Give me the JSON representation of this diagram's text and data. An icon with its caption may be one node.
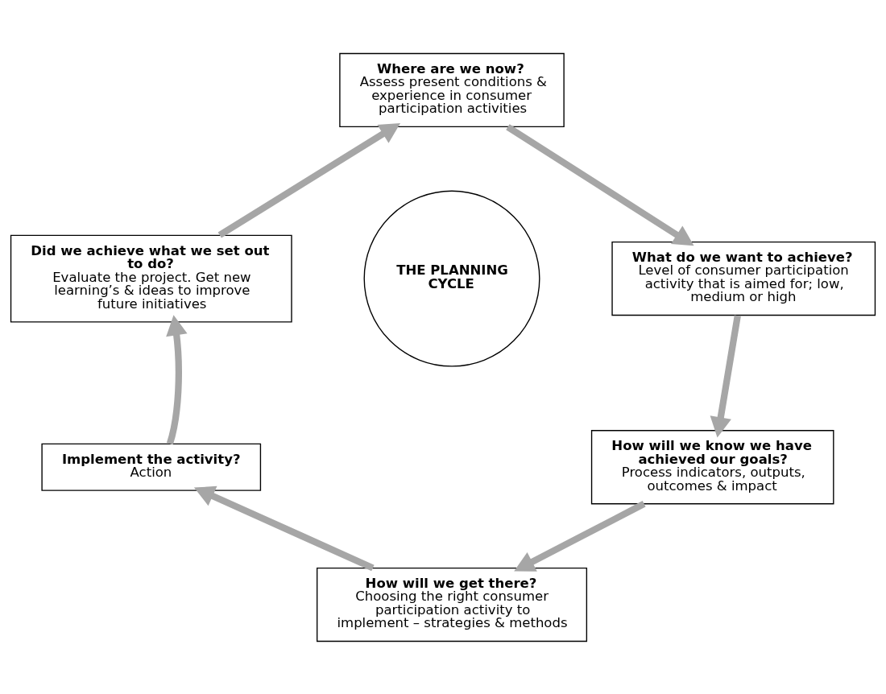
{
  "diagram": {
    "nodes": [
      {
        "text": [
          "Where are we now?",
          "Assess present conditions & experience in consumer participation activities"
        ]
      },
      {
        "text": [
          "What do we want to achieve?",
          "Level of consumer participation activity that is aimed for; low, medium or high"
        ]
      },
      {
        "text": [
          "How will we know we have achieved our goals?",
          "Process indicators, outputs, outcomes & impact"
        ]
      },
      {
        "text": [
          "How will we get there?",
          "Choosing the right consumer participation activity to implement – strategies & methods"
        ]
      },
      {
        "text": [
          "Implement the activity?",
          "Action"
        ]
      },
      {
        "text": [
          "Did we achieve what we set out to do?",
          "Evaluate the project. Get new learning’s & ideas to improve future initiatives"
        ]
      },
      {
        "text": [
          "THE PLANNING CYCLE"
        ]
      }
    ],
    "edges": [
      {
        "from": 0,
        "to": 1,
        "arrow": "to"
      },
      {
        "from": 1,
        "to": 2,
        "arrow": "to"
      },
      {
        "from": 2,
        "to": 3,
        "arrow": "to"
      },
      {
        "from": 3,
        "to": 4,
        "arrow": "to"
      },
      {
        "from": 4,
        "to": 5,
        "arrow": "to"
      },
      {
        "from": 5,
        "to": 0,
        "arrow": "to"
      }
    ]
  }
}
